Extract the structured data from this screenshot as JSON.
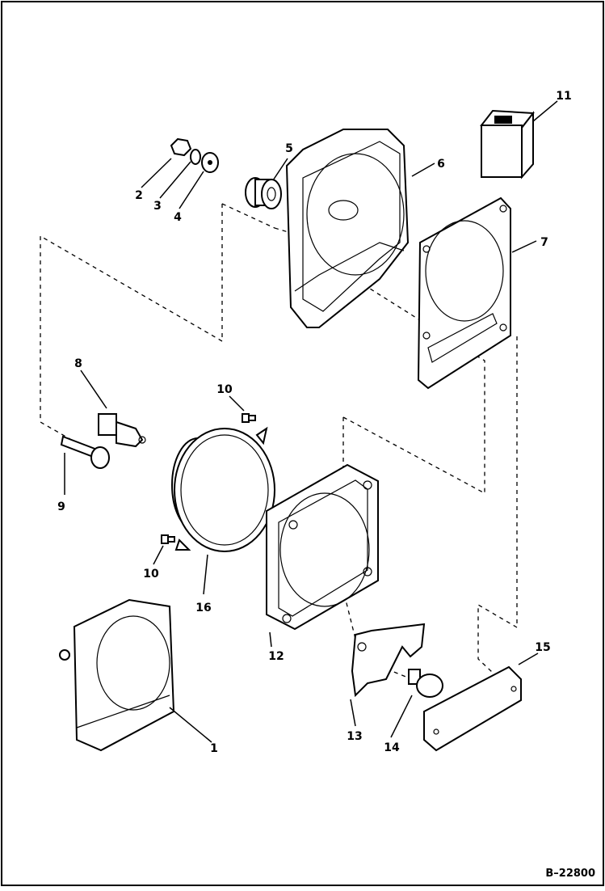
{
  "diagram": {
    "figure_id": "B–22800",
    "callouts": [
      "1",
      "2",
      "3",
      "4",
      "5",
      "6",
      "7",
      "8",
      "9",
      "10",
      "10",
      "11",
      "12",
      "13",
      "14",
      "15",
      "16"
    ]
  }
}
